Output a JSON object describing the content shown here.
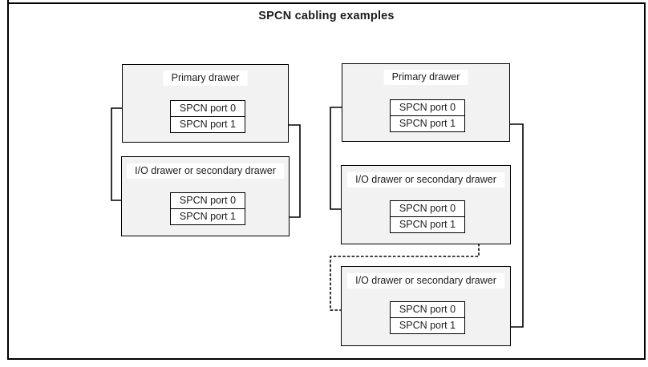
{
  "title": "SPCN cabling examples",
  "colors": {
    "drawer_fill": "#f2f2f2",
    "port_fill": "#ffffff",
    "line": "#000000",
    "background": "#ffffff"
  },
  "diagrams": {
    "left": {
      "drawers": [
        {
          "title": "Primary drawer",
          "ports": [
            "SPCN port 0",
            "SPCN port 1"
          ]
        },
        {
          "title": "I/O drawer or secondary drawer",
          "ports": [
            "SPCN port 0",
            "SPCN port 1"
          ]
        }
      ]
    },
    "right": {
      "drawers": [
        {
          "title": "Primary drawer",
          "ports": [
            "SPCN port 0",
            "SPCN port 1"
          ]
        },
        {
          "title": "I/O drawer or secondary drawer",
          "ports": [
            "SPCN port 0",
            "SPCN port 1"
          ]
        },
        {
          "title": "I/O drawer or secondary drawer",
          "ports": [
            "SPCN port 0",
            "SPCN port 1"
          ]
        }
      ]
    }
  },
  "connections": [
    {
      "diagram": "left",
      "from": "Primary drawer SPCN port 0",
      "to": "I/O drawer SPCN port 0",
      "style": "solid"
    },
    {
      "diagram": "left",
      "from": "Primary drawer SPCN port 1",
      "to": "I/O drawer SPCN port 1",
      "style": "solid"
    },
    {
      "diagram": "right",
      "from": "Primary drawer SPCN port 0",
      "to": "I/O drawer 1 SPCN port 0",
      "style": "solid"
    },
    {
      "diagram": "right",
      "from": "Primary drawer SPCN port 1",
      "to": "I/O drawer 2 SPCN port 1",
      "style": "solid"
    },
    {
      "diagram": "right",
      "from": "I/O drawer 1 SPCN port 1",
      "to": "I/O drawer 2 SPCN port 0",
      "style": "dashed"
    }
  ]
}
